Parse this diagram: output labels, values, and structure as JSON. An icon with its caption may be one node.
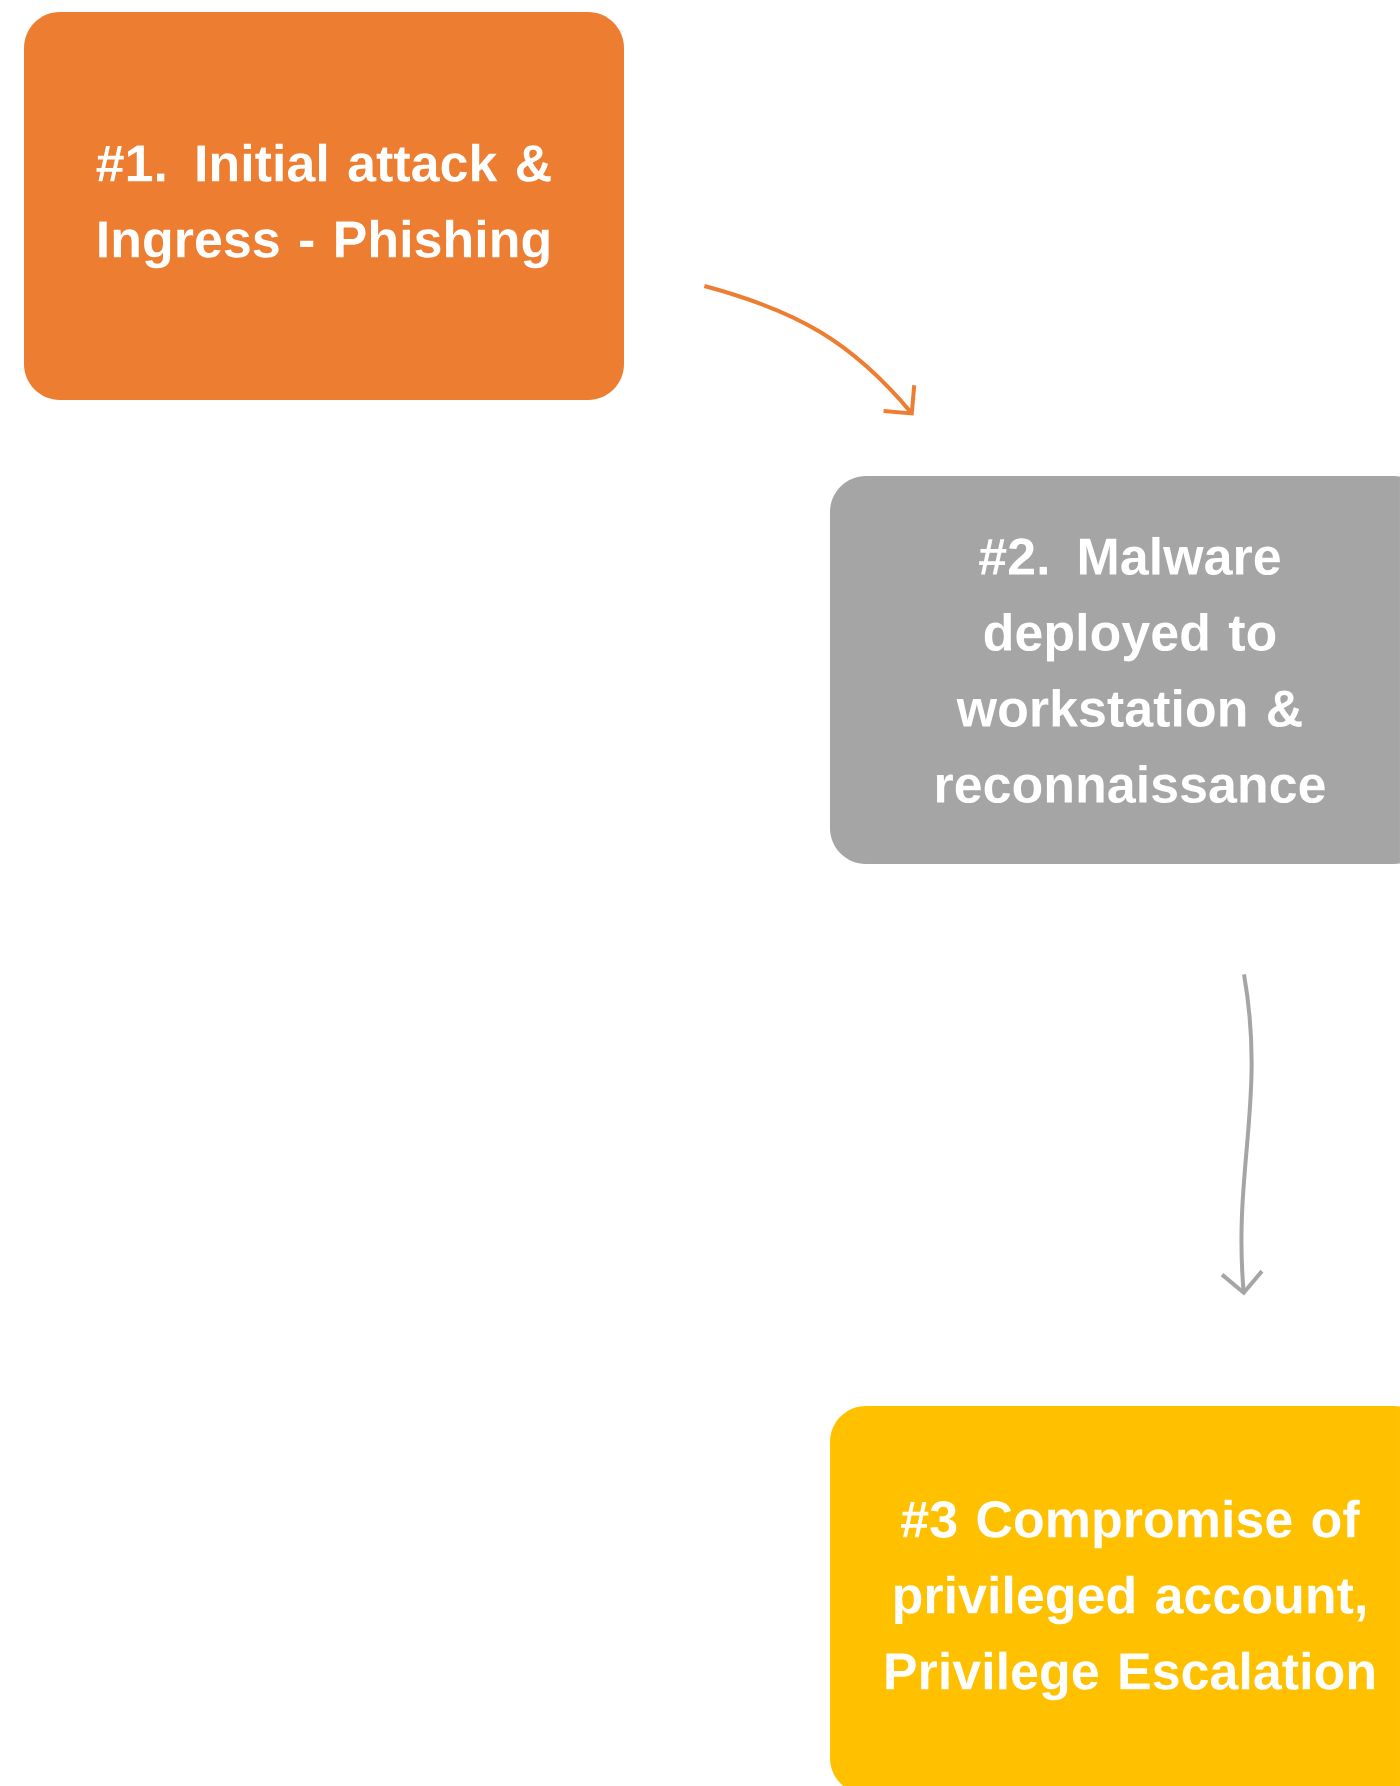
{
  "diagram": {
    "nodes": [
      {
        "text": [
          "#1. Initial attack & Ingress - Phishing"
        ]
      },
      {
        "text": [
          "#2. Malware deployed to workstation & reconnaissance"
        ]
      },
      {
        "text": [
          "#3 Compromise of privileged account, Privilege Escalation"
        ]
      }
    ],
    "edges": [
      {
        "from": 0,
        "to": 1,
        "arrow": "to",
        "color": "#ed7d31"
      },
      {
        "from": 1,
        "to": 2,
        "arrow": "to",
        "color": "#a5a5a5"
      }
    ]
  }
}
